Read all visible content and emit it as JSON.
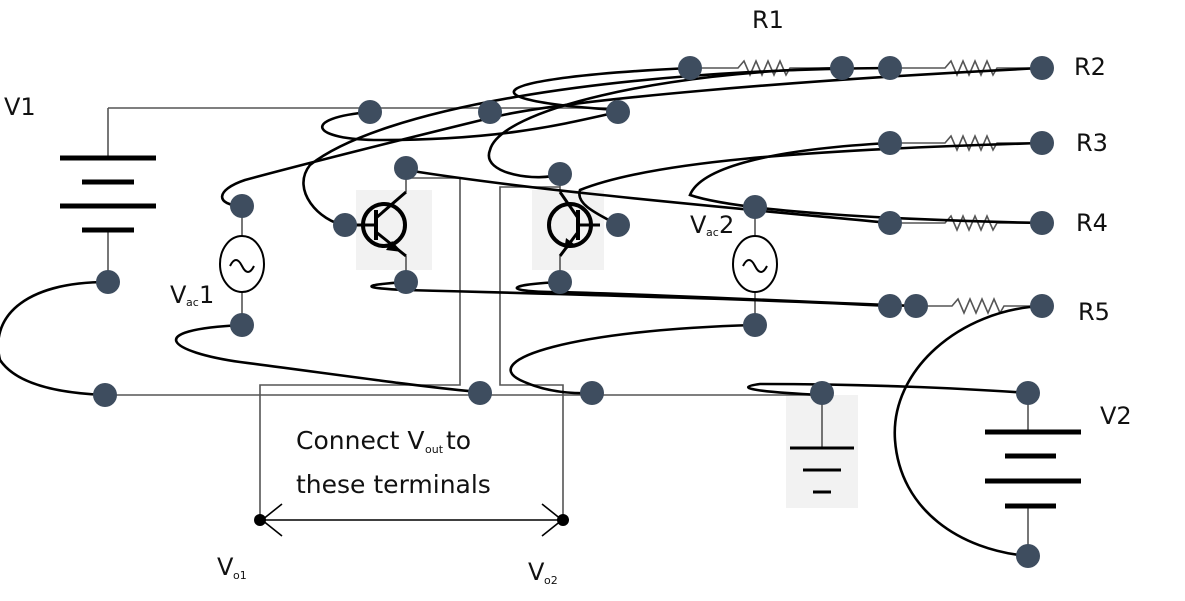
{
  "labels": {
    "v1": "V1",
    "v2": "V2",
    "r1": "R1",
    "r2": "R2",
    "r3": "R3",
    "r4": "R4",
    "r5": "R5",
    "vac1_main": "V",
    "vac1_sub": "ac",
    "vac1_num": "1",
    "vac2_main": "V",
    "vac2_sub": "ac",
    "vac2_num": "2",
    "vo1_main": "V",
    "vo1_sub": "o1",
    "vo2_main": "V",
    "vo2_sub": "o2"
  },
  "annotation": {
    "line1_prefix": "Connect V",
    "line1_sub": "out",
    "line1_suffix": " to",
    "line2": "these terminals"
  },
  "colors": {
    "terminal": "#3e4d5f",
    "wire": "#000000",
    "component_background": "#f2f2f2"
  }
}
